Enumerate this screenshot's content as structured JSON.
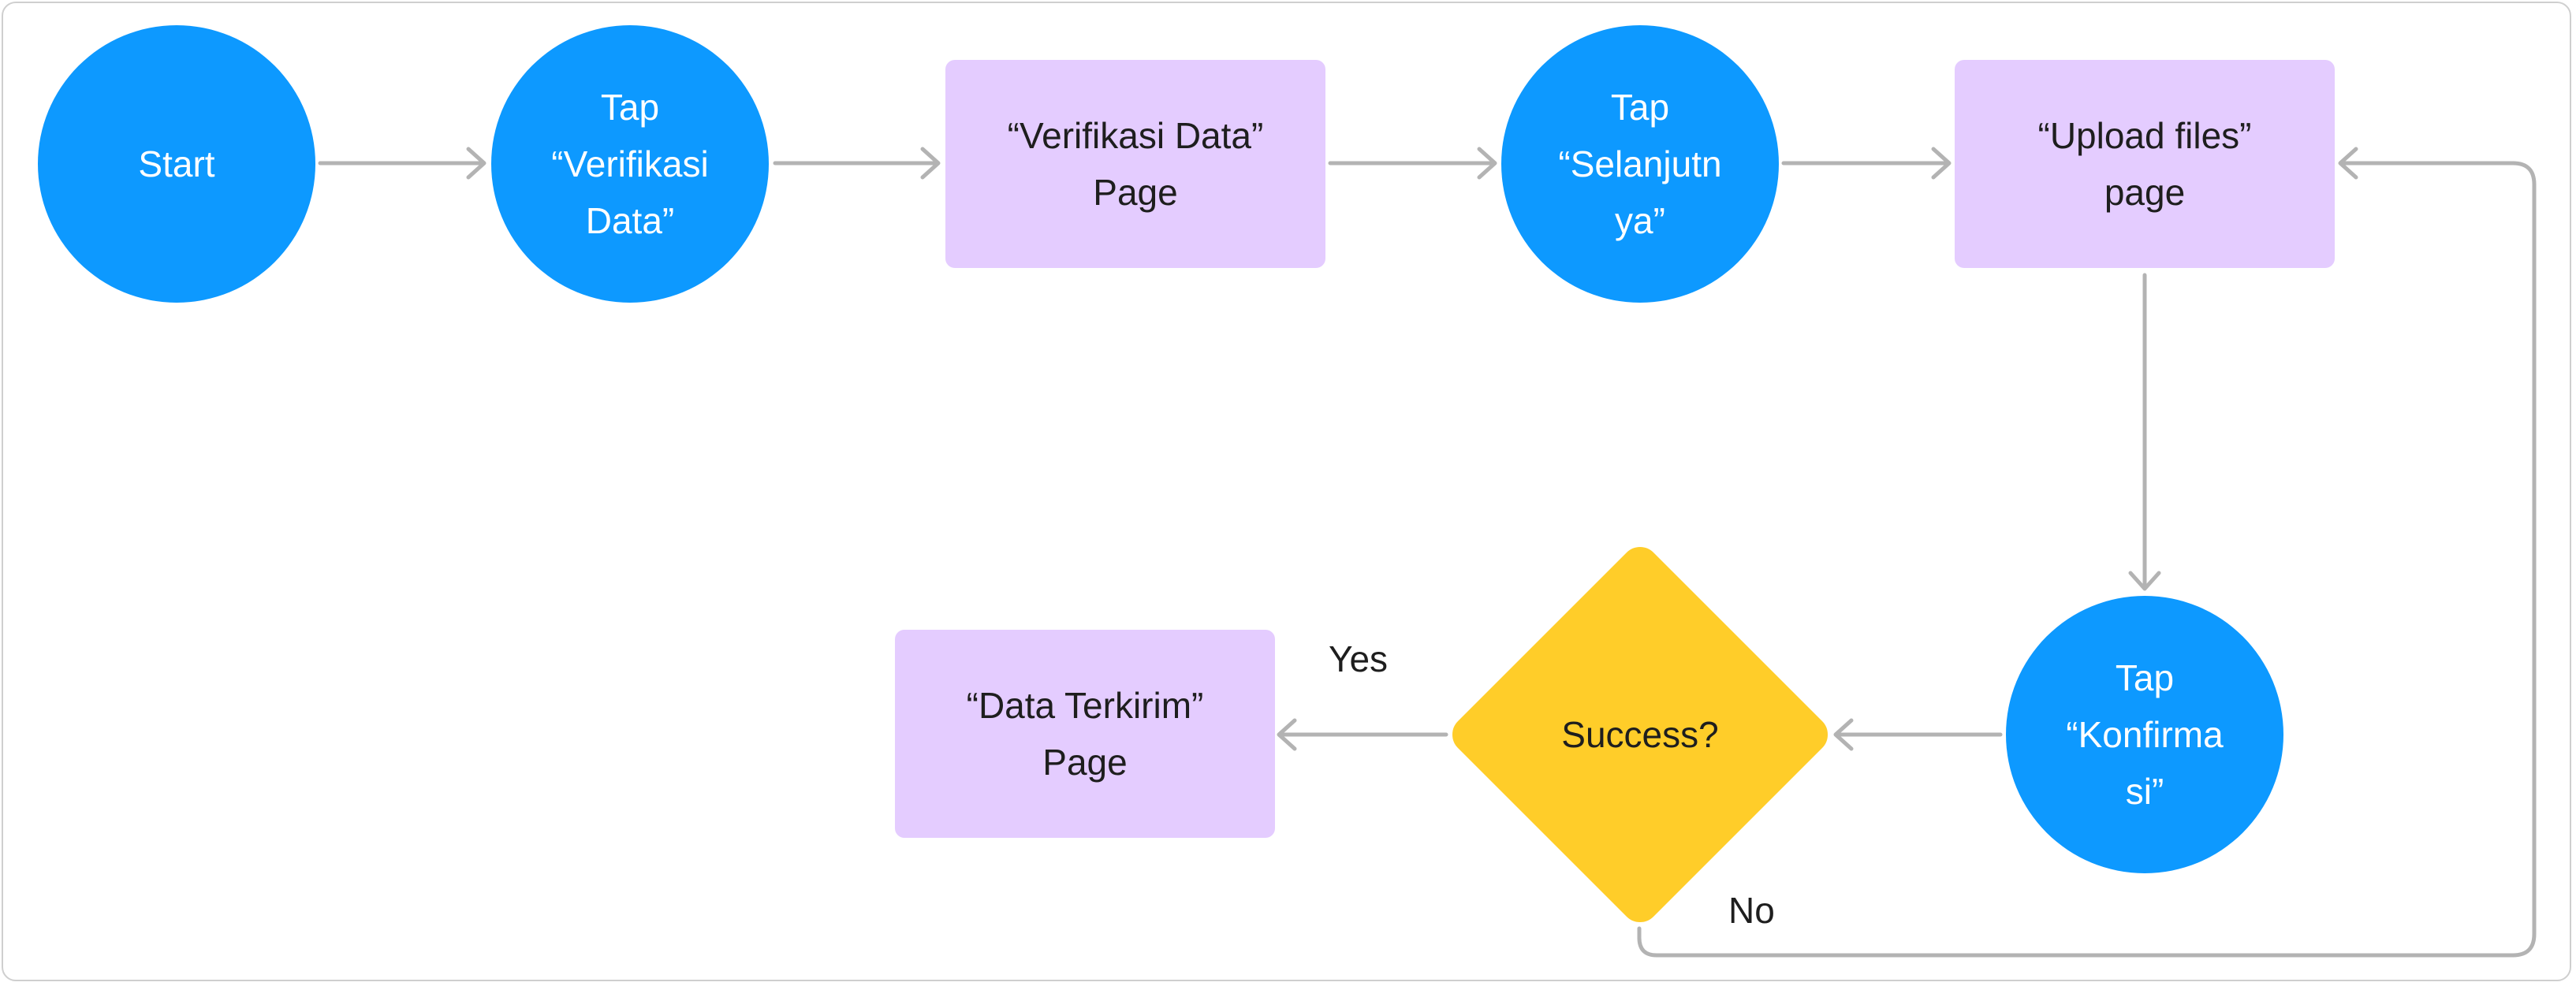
{
  "nodes": {
    "start": "Start",
    "tap_verifikasi": "Tap\n“Verifikasi\nData”",
    "verifikasi_page": "“Verifikasi Data”\nPage",
    "tap_selanjutnya": "Tap\n“Selanjutn\nya”",
    "upload_page": "“Upload files”\npage",
    "tap_konfirmasi": "Tap\n“Konfirma\nsi”",
    "success": "Success?",
    "terkirim_page": "“Data Terkirim”\nPage"
  },
  "edge_labels": {
    "yes": "Yes",
    "no": "No"
  },
  "colors": {
    "circle": "#0d99ff",
    "process": "#e4ccff",
    "decision": "#ffcd29",
    "connector": "#b3b3b3"
  }
}
